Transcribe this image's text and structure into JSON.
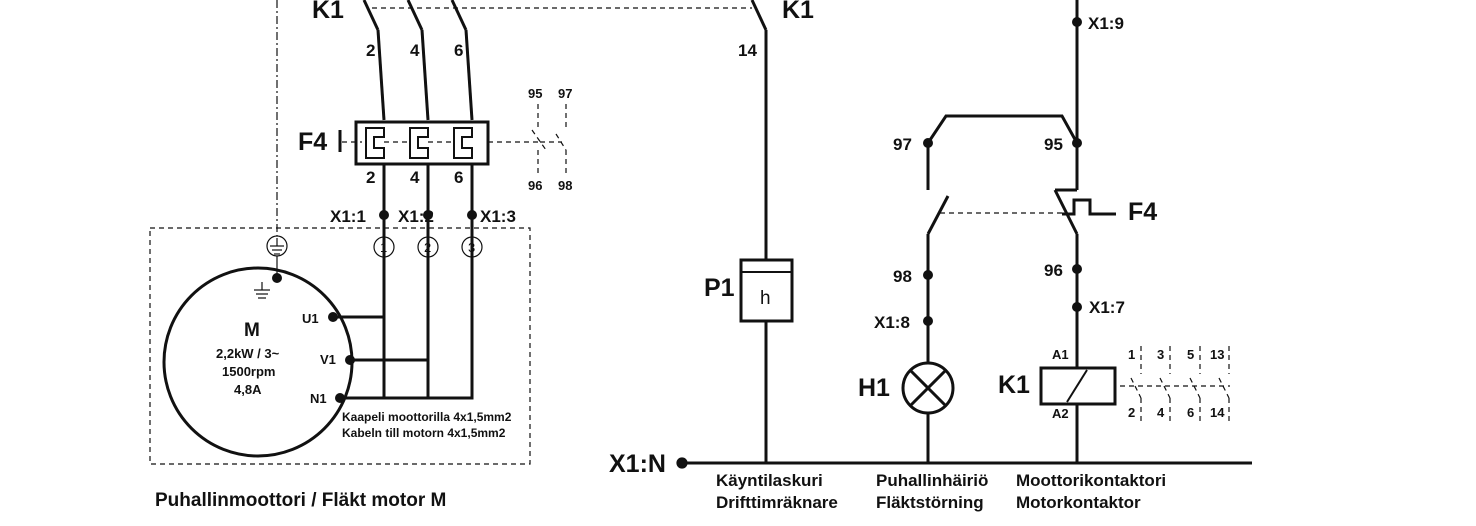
{
  "labels": {
    "k1_left": "K1",
    "k1_mid": "K1",
    "k1_coil": "K1",
    "f4_left": "F4",
    "f4_right": "F4",
    "p1": "P1",
    "h1": "H1",
    "x1n": "X1:N"
  },
  "terminals": {
    "x1_1": "X1:1",
    "x1_2": "X1:2",
    "x1_3": "X1:3",
    "x1_7": "X1:7",
    "x1_8": "X1:8",
    "x1_9": "X1:9"
  },
  "contacts": {
    "k1_top": [
      "2",
      "4",
      "6"
    ],
    "f4_bottom": [
      "2",
      "4",
      "6"
    ],
    "f4_aux_top": [
      "95",
      "97"
    ],
    "f4_aux_bottom": [
      "96",
      "98"
    ],
    "k1_14": "14",
    "n97": "97",
    "n95": "95",
    "n98": "98",
    "n96": "96",
    "a1": "A1",
    "a2": "A2",
    "k1_aux_top": [
      "1",
      "3",
      "5",
      "13"
    ],
    "k1_aux_bottom": [
      "2",
      "4",
      "6",
      "14"
    ]
  },
  "cable_numbers": [
    "1",
    "2",
    "3"
  ],
  "motor": {
    "title": "M",
    "power": "2,2kW / 3~",
    "speed": "1500rpm",
    "current": "4,8A",
    "u1": "U1",
    "v1": "V1",
    "n1": "N1",
    "cable_fi": "Kaapeli moottorilla 4x1,5mm2",
    "cable_sv": "Kabeln till motorn 4x1,5mm2",
    "caption": "Puhallinmoottori / Fläkt motor M"
  },
  "meter_symbol": "h",
  "bottom_labels": {
    "p1_fi": "Käyntilaskuri",
    "p1_sv": "Drifttimräknare",
    "h1_fi": "Puhallinhäiriö",
    "h1_sv": "Fläktstörning",
    "k1_fi": "Moottorikontaktori",
    "k1_sv": "Motorkontaktor"
  }
}
